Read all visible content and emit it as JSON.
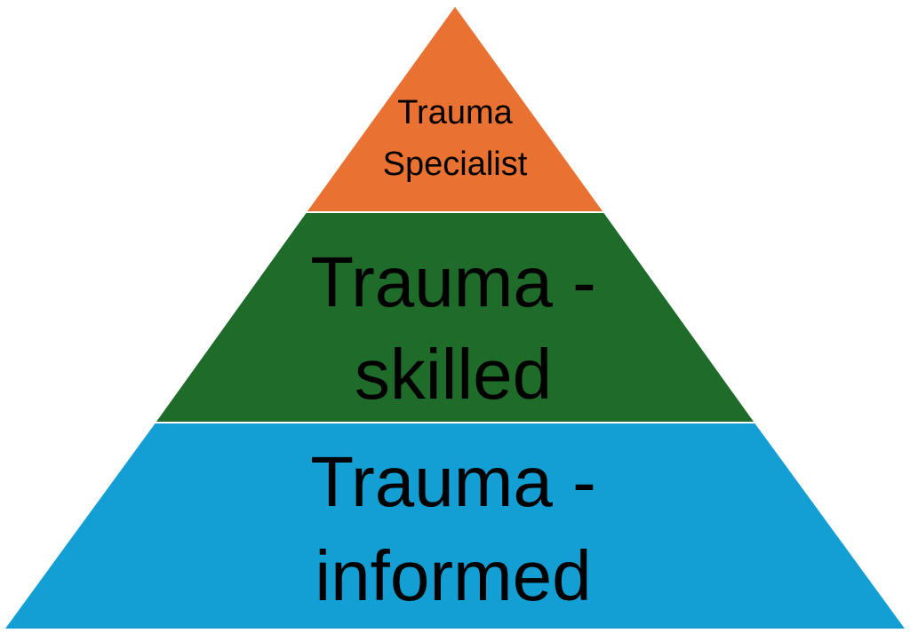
{
  "pyramid": {
    "tiers": [
      {
        "id": "top",
        "lines": [
          "Trauma",
          "Specialist"
        ],
        "color": "#E97132"
      },
      {
        "id": "middle",
        "lines": [
          "Trauma -",
          "skilled"
        ],
        "color": "#1E6B2A"
      },
      {
        "id": "bottom",
        "lines": [
          "Trauma -",
          "informed"
        ],
        "color": "#139ED4"
      }
    ]
  }
}
